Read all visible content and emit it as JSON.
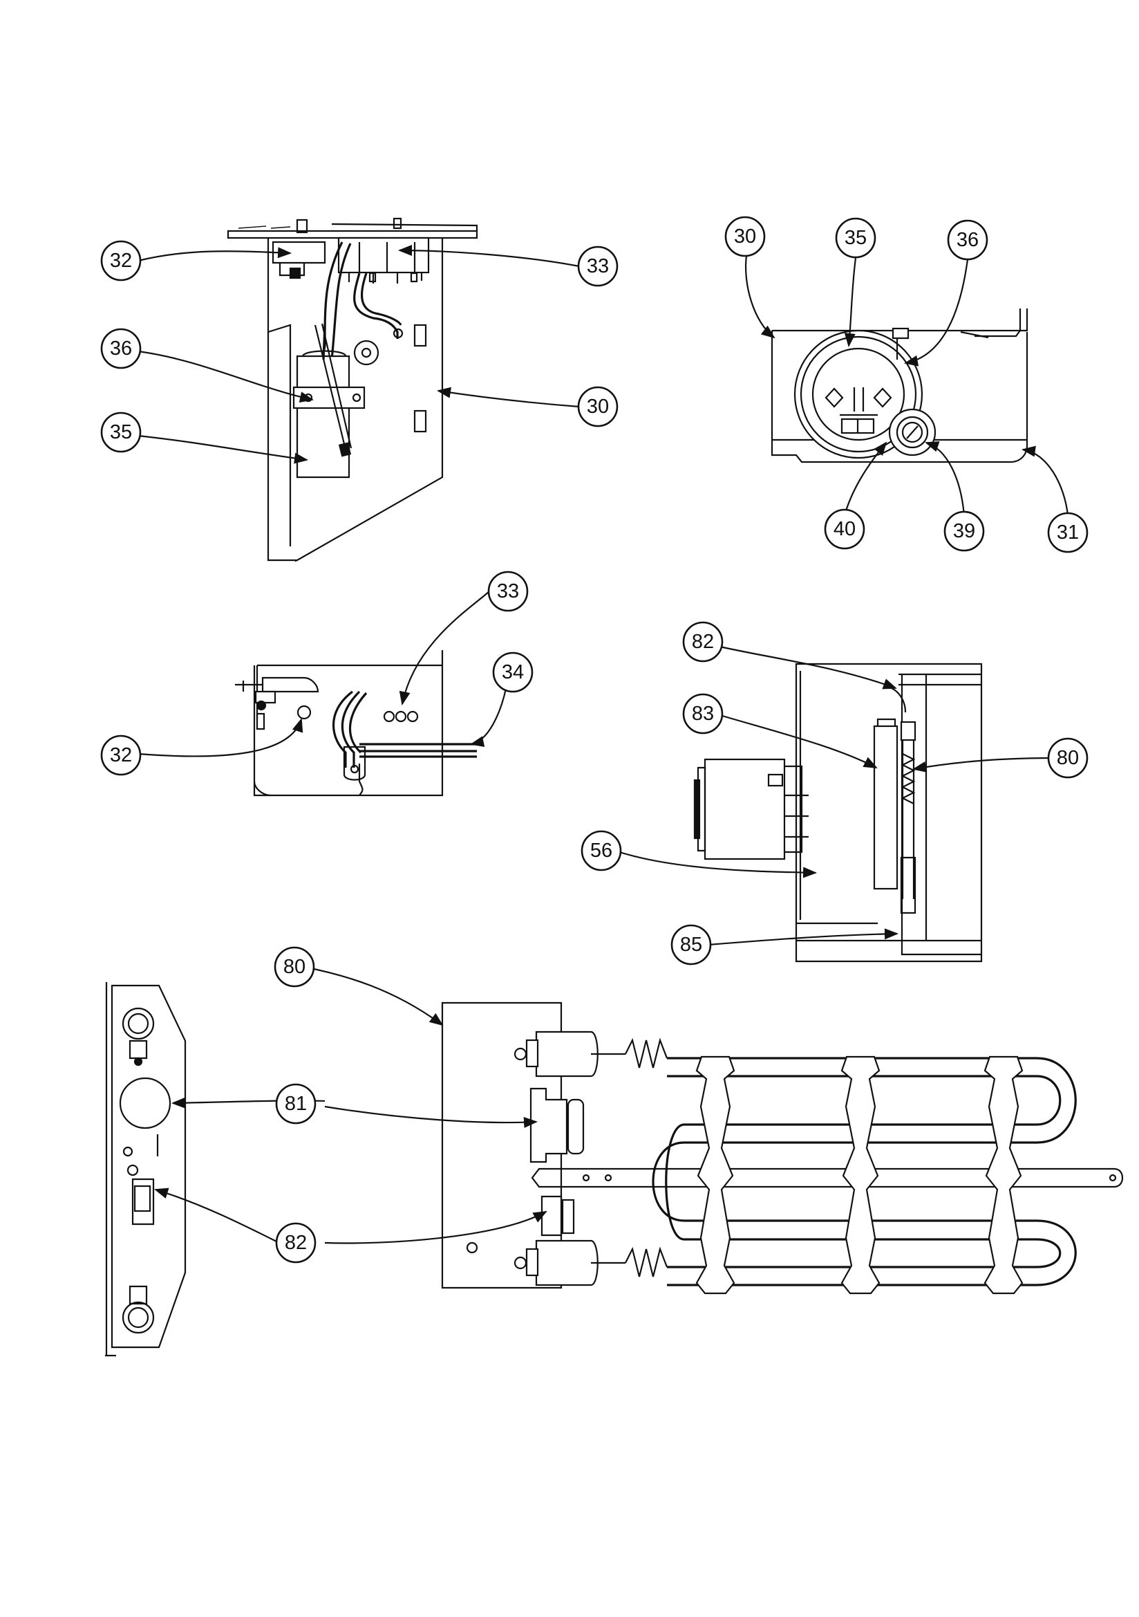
{
  "callouts": [
    {
      "id": "c32a",
      "label": "32"
    },
    {
      "id": "c33a",
      "label": "33"
    },
    {
      "id": "c36a",
      "label": "36"
    },
    {
      "id": "c30a",
      "label": "30"
    },
    {
      "id": "c35a",
      "label": "35"
    },
    {
      "id": "c30b",
      "label": "30"
    },
    {
      "id": "c35b",
      "label": "35"
    },
    {
      "id": "c36b",
      "label": "36"
    },
    {
      "id": "c40",
      "label": "40"
    },
    {
      "id": "c39",
      "label": "39"
    },
    {
      "id": "c31",
      "label": "31"
    },
    {
      "id": "c33b",
      "label": "33"
    },
    {
      "id": "c34",
      "label": "34"
    },
    {
      "id": "c32b",
      "label": "32"
    },
    {
      "id": "c82a",
      "label": "82"
    },
    {
      "id": "c83",
      "label": "83"
    },
    {
      "id": "c80a",
      "label": "80"
    },
    {
      "id": "c56",
      "label": "56"
    },
    {
      "id": "c85",
      "label": "85"
    },
    {
      "id": "c80b",
      "label": "80"
    },
    {
      "id": "c81",
      "label": "81"
    },
    {
      "id": "c82b",
      "label": "82"
    }
  ]
}
